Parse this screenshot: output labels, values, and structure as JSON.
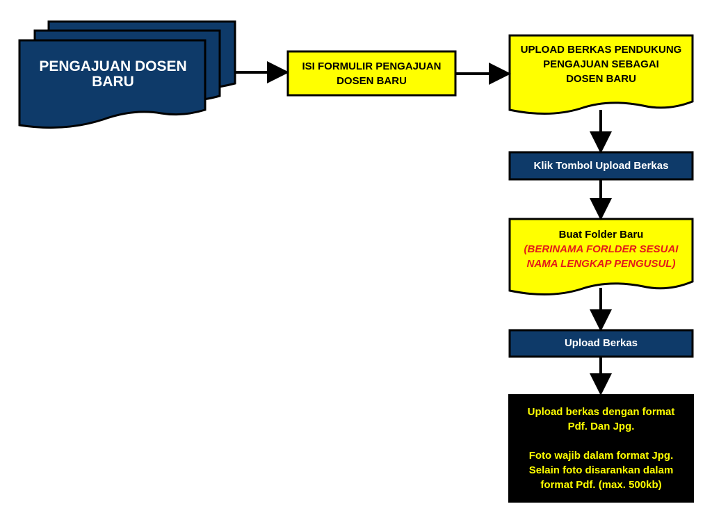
{
  "colors": {
    "navy": "#0e3a69",
    "yellow": "#ffff00",
    "black": "#000000",
    "note_text": "#ffff00",
    "red_italic": "#e31a1a"
  },
  "start": {
    "shape": "multi-document",
    "line1": "PENGAJUAN DOSEN",
    "line2": "BARU"
  },
  "step_form": {
    "shape": "process",
    "line1": "ISI FORMULIR PENGAJUAN",
    "line2": "DOSEN BARU"
  },
  "step_upload_doc": {
    "shape": "document",
    "line1": "UPLOAD BERKAS PENDUKUNG",
    "line2": "PENGAJUAN SEBAGAI",
    "line3": "DOSEN BARU"
  },
  "step_click": {
    "shape": "process",
    "label": "Klik Tombol Upload Berkas"
  },
  "step_folder": {
    "shape": "document",
    "line1": "Buat Folder Baru",
    "note_line1": "(BERINAMA FORLDER SESUAI",
    "note_line2": "NAMA LENGKAP PENGUSUL)"
  },
  "step_upload": {
    "shape": "process",
    "label": "Upload Berkas"
  },
  "final_note": {
    "shape": "terminal-note",
    "line1": "Upload berkas dengan format",
    "line2": "Pdf.  Dan Jpg.",
    "line3": "Foto wajib dalam format Jpg.",
    "line4": "Selain foto disarankan dalam",
    "line5": "format Pdf. (max. 500kb)"
  }
}
